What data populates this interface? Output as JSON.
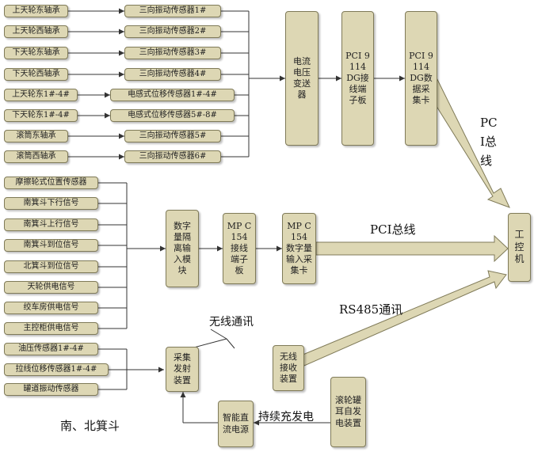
{
  "sensors_top": [
    "上天轮东轴承",
    "上天轮西轴承",
    "下天轮东轴承",
    "下天轮西轴承",
    "上天轮东1#-4#",
    "下天轮东1#-4#",
    "滚筒东轴承",
    "滚筒西轴承"
  ],
  "vib_sensors": [
    "三向振动传感器1#",
    "三向振动传感器2#",
    "三向振动传感器3#",
    "三向振动传感器4#",
    "电感式位移传感器1#-4#",
    "电感式位移传感器5#-8#",
    "三向振动传感器5#",
    "三向振动传感器6#"
  ],
  "top_chain": {
    "transmitter": "电流电压变送器",
    "terminal": "PCI 9114 DG接线端子板",
    "daq": "PCI 9114 DG数据采集卡"
  },
  "signals_mid": [
    "摩擦轮式位置传感器",
    "南箕斗下行信号",
    "南箕斗上行信号",
    "南箕斗到位信号",
    "北箕斗到位信号",
    "天轮供电信号",
    "绞车房供电信号",
    "主控柜供电信号"
  ],
  "mid_chain": {
    "isolation": "数字量隔离输入模块",
    "terminal": "MP C154 接线端子板",
    "daq": "MP C154 数字量输入采集卡"
  },
  "bottom_sensors": [
    "油压传感器1#-4#",
    "拉线位移传感器1#-4#",
    "罐道振动传感器"
  ],
  "bottom": {
    "transmit": "采集发射装置",
    "receive": "无线接收装置",
    "power": "智能直流电源",
    "generator": "滚轮罐耳自发电装置"
  },
  "ipc": "工控机",
  "labels": {
    "pci_bus_1": "PCI总线",
    "pci_bus_2": "PCI总线",
    "rs485": "RS485通讯",
    "wireless": "无线通讯",
    "charging": "持续充发电",
    "skips": "南、北箕斗"
  },
  "colors": {
    "box_fill": "#ddd7b4",
    "box_border": "#7f7a58",
    "arrow_fill": "#ddd7b4",
    "line": "#333333"
  }
}
